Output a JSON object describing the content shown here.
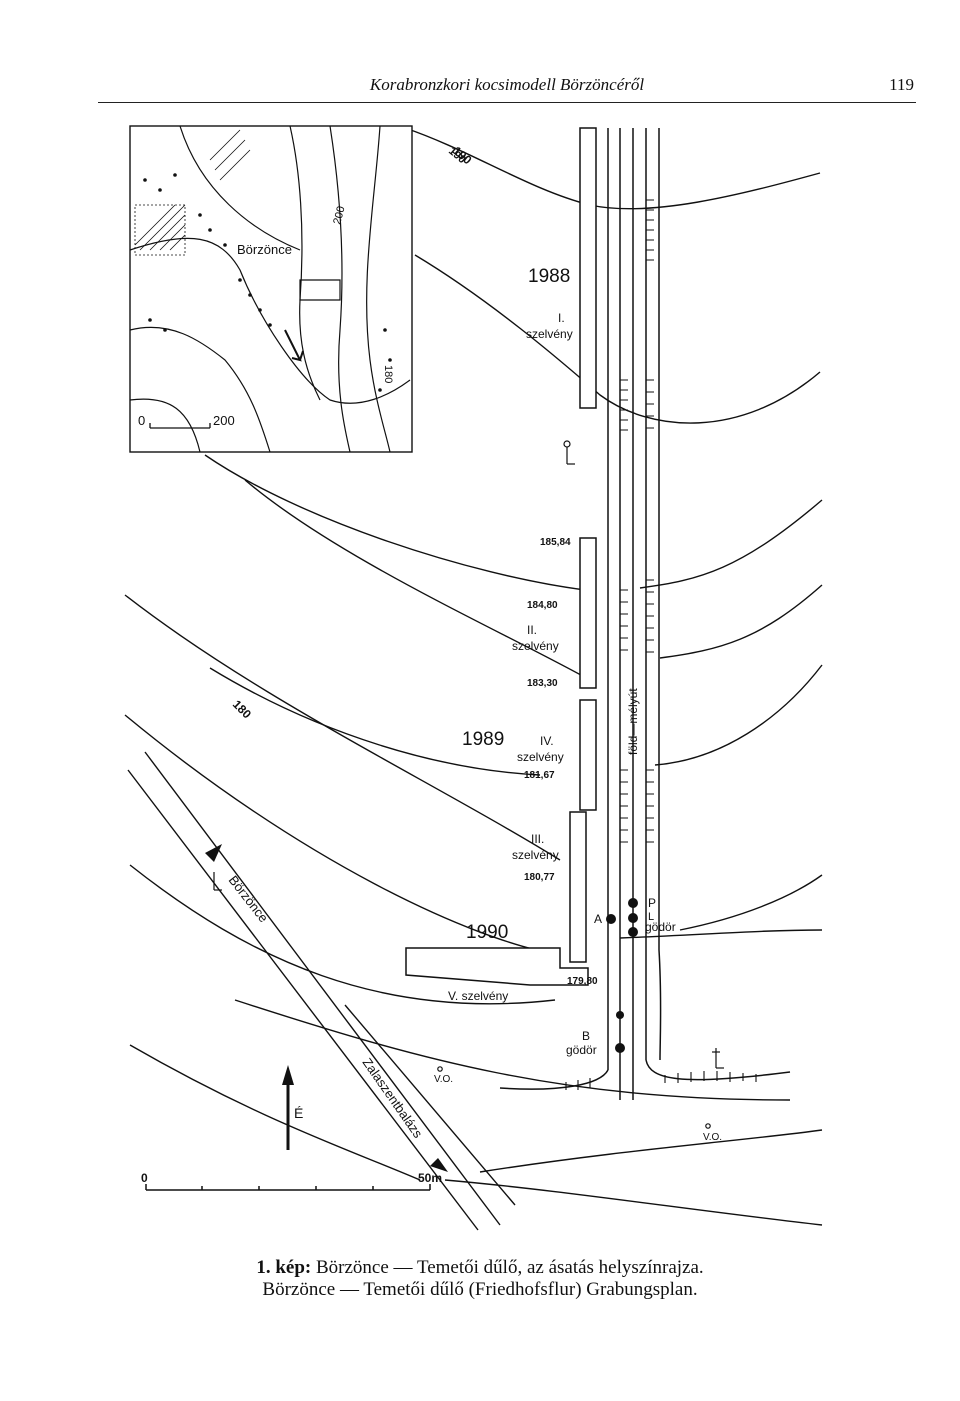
{
  "header": {
    "running_title": "Korabronzkori kocsimodell Börzöncéről",
    "page_number": "119"
  },
  "inset_map": {
    "village_label": "Börzönce",
    "contour_labels": [
      "190",
      "200",
      "180"
    ],
    "scale_start": "0",
    "scale_end": "200"
  },
  "plan": {
    "contour_labels": [
      "190",
      "180"
    ],
    "years": [
      "1988",
      "1989",
      "1990"
    ],
    "trench_I": {
      "number": "I.",
      "word": "szelvény"
    },
    "trench_II": {
      "number": "II.",
      "word": "szelvény"
    },
    "trench_III": {
      "number": "III.",
      "word": "szelvény"
    },
    "trench_IV": {
      "number": "IV.",
      "word": "szelvény"
    },
    "trench_V": "V. szelvény",
    "elevations": [
      "185,84",
      "184,80",
      "183,30",
      "181,67",
      "180,77",
      "179,80"
    ],
    "road_label": "föld—mélyút",
    "road_to_borzonce": "Börzönce",
    "road_to_zalaszentbalazs": "Zalaszentbalázs",
    "pit_A": "A",
    "pit_B": {
      "letter": "B",
      "word": "gödör"
    },
    "pit_P": {
      "letter": "P",
      "sub": "L",
      "word": "gödör"
    },
    "vo_labels": [
      "V.O.",
      "V.O."
    ],
    "north": "É",
    "scale_start": "0",
    "scale_end": "50m"
  },
  "caption": {
    "number": "1. kép:",
    "line1": "Börzönce — Temetői dűlő, az ásatás helyszínrajza.",
    "line2": "Börzönce — Temetői dűlő (Friedhofsflur) Grabungsplan."
  }
}
